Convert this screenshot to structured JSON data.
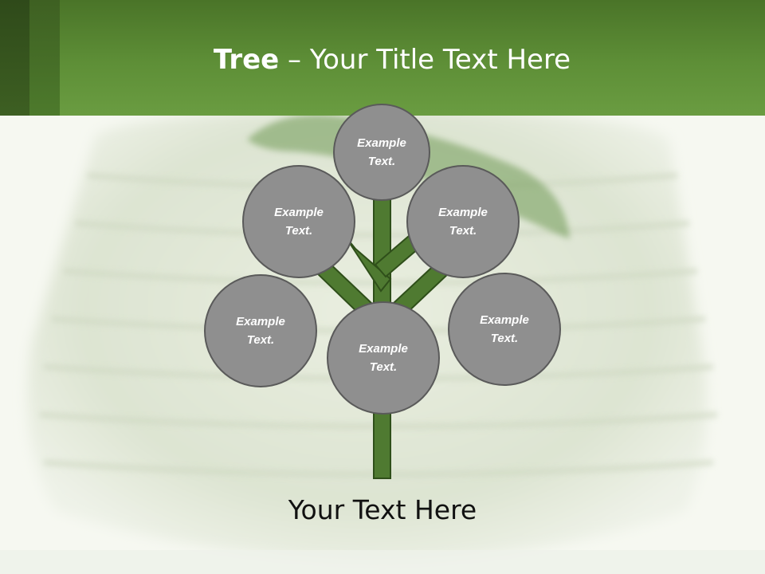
{
  "header": {
    "title_bold": "Tree",
    "title_rest": " – Your Title Text Here"
  },
  "nodes": [
    {
      "id": "top",
      "label_line1": "Example",
      "label_line2": "Text."
    },
    {
      "id": "upper-left",
      "label_line1": "Example",
      "label_line2": "Text."
    },
    {
      "id": "upper-right",
      "label_line1": "Example",
      "label_line2": "Text."
    },
    {
      "id": "lower-left",
      "label_line1": "Example",
      "label_line2": "Text."
    },
    {
      "id": "center",
      "label_line1": "Example",
      "label_line2": "Text."
    },
    {
      "id": "lower-right",
      "label_line1": "Example",
      "label_line2": "Text."
    }
  ],
  "caption": "Your Text Here",
  "colors": {
    "header_green": "#5e8f37",
    "branch_green": "#4f7a31",
    "branch_outline": "#2f4f1a",
    "node_fill": "#8f8f8f",
    "node_border": "#5a5a5a"
  }
}
